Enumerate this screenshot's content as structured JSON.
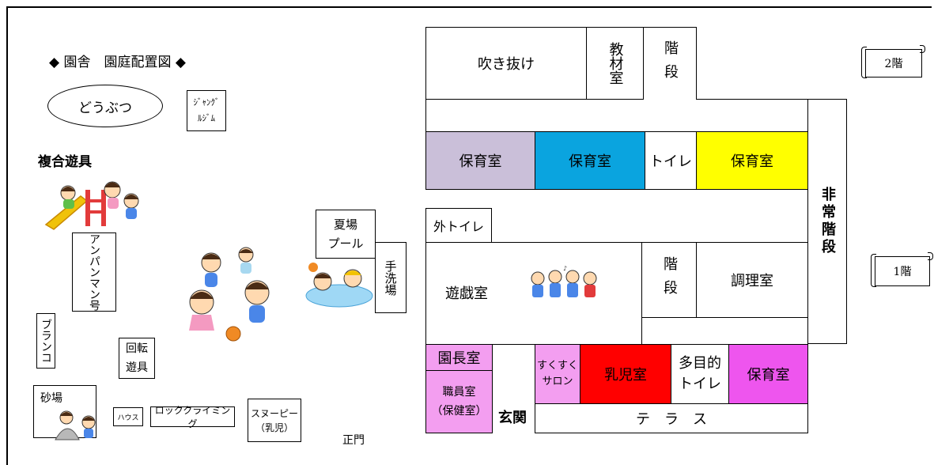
{
  "title": "◆ 園舎　園庭配置図 ◆",
  "yard": {
    "doubutsu": "どうぶつ",
    "jungle_gym": [
      "ｼﾞｬﾝｸﾞ",
      "ﾙｼﾞﾑ"
    ],
    "fukugo": "複合遊具",
    "anpanman": "アンパンマン号",
    "buranko": "ブランコ",
    "kaiten": [
      "回転",
      "遊具"
    ],
    "sunaba": "砂場",
    "house": "ハウス",
    "rock": "ロッククライミング",
    "snoopy": [
      "スヌーピー",
      "（乳児）"
    ],
    "seimon": "正門",
    "pool": [
      "夏場",
      "プール"
    ],
    "tearai": "手洗場"
  },
  "floor2": {
    "label": "2階",
    "fukinuke": "吹き抜け",
    "kyozai": "教材室",
    "kaidan": "階段",
    "hoiku1": "保育室",
    "hoiku2": "保育室",
    "toilet": "トイレ",
    "hoiku3": "保育室"
  },
  "floor1": {
    "label": "1階",
    "soto_toilet": "外トイレ",
    "yugi": "遊戯室",
    "kaidan": "階段",
    "chori": "調理室",
    "hijo_kaidan": "非常階段",
    "encho": "園長室",
    "shokuin": [
      "職員室",
      "（保健室）"
    ],
    "genkan": "玄関",
    "salon": [
      "すくすく",
      "サロン"
    ],
    "nyuji": "乳児室",
    "tamokuteki": [
      "多目的",
      "トイレ"
    ],
    "hoiku": "保育室",
    "terrace": "テ　ラ　ス"
  },
  "colors": {
    "lavender": "#cabfd9",
    "sky": "#0aa4df",
    "yellow": "#ffff00",
    "pink": "#f39ef0",
    "magenta": "#ee55ee",
    "red": "#ff0000"
  },
  "icons": [
    "slide-children-icon",
    "playing-children-icon",
    "pool-children-icon",
    "singing-children-icon",
    "sandbox-children-icon"
  ]
}
